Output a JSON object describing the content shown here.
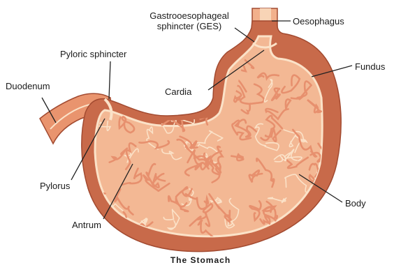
{
  "title": "The Stomach",
  "labels": {
    "ges_line1": "Gastrooesophageal",
    "ges_line2": "sphincter (GES)",
    "oesophagus": "Oesophagus",
    "pyloric_sphincter": "Pyloric sphincter",
    "duodenum": "Duodenum",
    "fundus": "Fundus",
    "cardia": "Cardia",
    "pylorus": "Pylorus",
    "body": "Body",
    "antrum": "Antrum"
  },
  "colors": {
    "outer_wall": "#c86a4a",
    "wall_edge": "#a24a30",
    "inner_lining": "#f3b894",
    "rugae": "#e7906e",
    "rugae_highlight": "#fbe2c8",
    "leader_line": "#222222"
  }
}
